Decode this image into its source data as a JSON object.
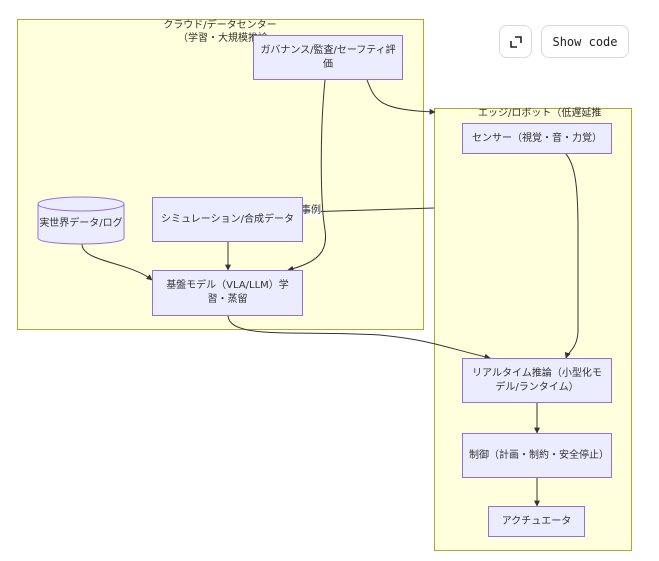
{
  "clusters": {
    "cloud": {
      "label_line1": "クラウド/データセンター",
      "label_line2": "（学習・大規模推論"
    },
    "edge": {
      "label": "エッジ/ロボット（低遅延推"
    }
  },
  "nodes": {
    "governance": "ガバナンス/監査/セーフティ評価",
    "simulation": "シミュレーション/合成データ",
    "realworld": "実世界データ/ログ",
    "foundation": "基盤モデル（VLA/LLM）学習・蒸留",
    "sensor": "センサー（視覚・音・力覚）",
    "inference": "リアルタイム推論（小型化モデル/ランタイム）",
    "control": "制御（計画・制約・安全停止）",
    "actuator": "アクチュエータ"
  },
  "edge_labels": {
    "cases": "事例"
  },
  "toolbar": {
    "show_code": "Show code",
    "expand_icon": "expand-icon"
  }
}
